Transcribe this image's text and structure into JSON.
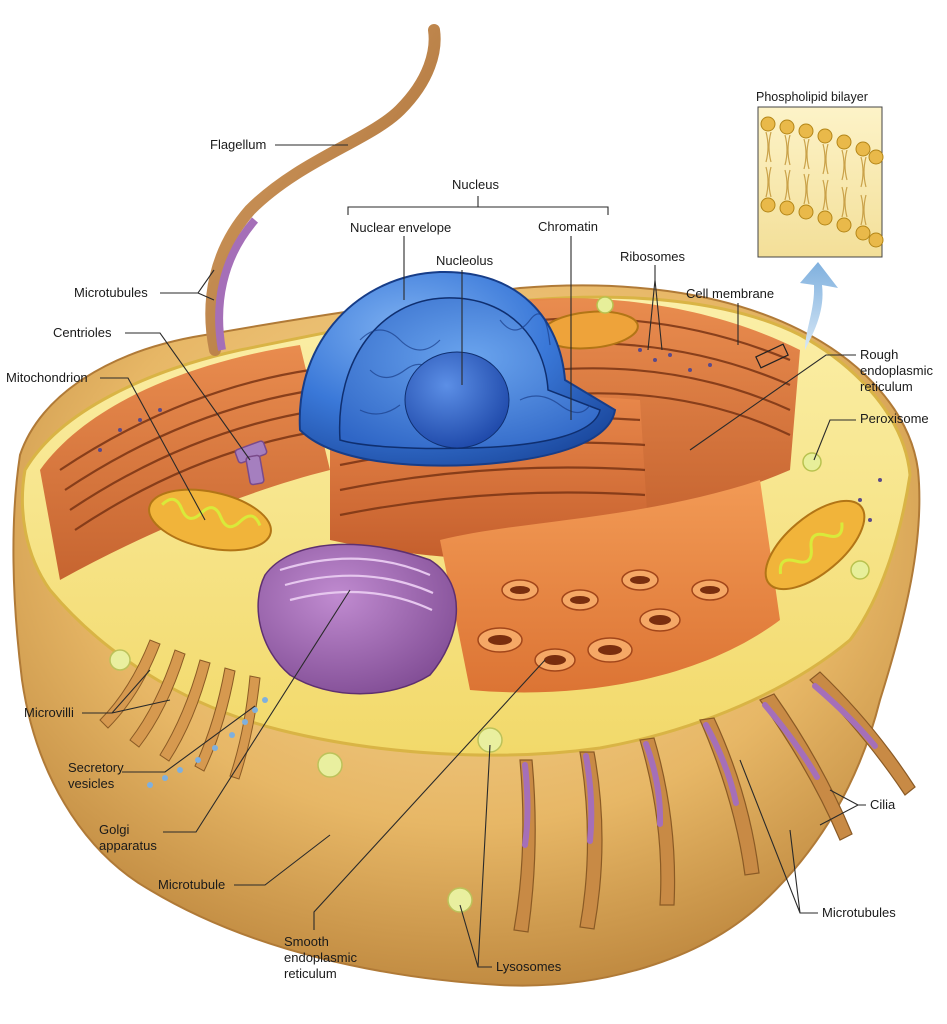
{
  "colors": {
    "cytoplasm": "#f6e27a",
    "cell_body": "#e9b865",
    "nucleus": "#3a78d8",
    "nucleolus": "#2458b8",
    "rough_er": "#d9733a",
    "smooth_er": "#e8843e",
    "golgi": "#9a62a8",
    "mitochondrion": "#f1b43a",
    "microtubule": "#a56fb8",
    "leader_line": "#2a2a2a"
  },
  "labels": {
    "flagellum": "Flagellum",
    "microtubules_top": "Microtubules",
    "centrioles": "Centrioles",
    "mitochondrion": "Mitochondrion",
    "nucleus": "Nucleus",
    "nuclear_envelope": "Nuclear envelope",
    "nucleolus": "Nucleolus",
    "chromatin": "Chromatin",
    "ribosomes": "Ribosomes",
    "cell_membrane": "Cell membrane",
    "phospholipid_bilayer": "Phospholipid bilayer",
    "rough_er": "Rough\nendoplasmic\nreticulum",
    "peroxisome": "Peroxisome",
    "microvilli": "Microvilli",
    "secretory_vesicles": "Secretory\nvesicles",
    "golgi": "Golgi\napparatus",
    "microtubule": "Microtubule",
    "smooth_er": "Smooth\nendoplasmic\nreticulum",
    "lysosomes": "Lysosomes",
    "cilia": "Cilia",
    "microtubules_bottom": "Microtubules"
  }
}
